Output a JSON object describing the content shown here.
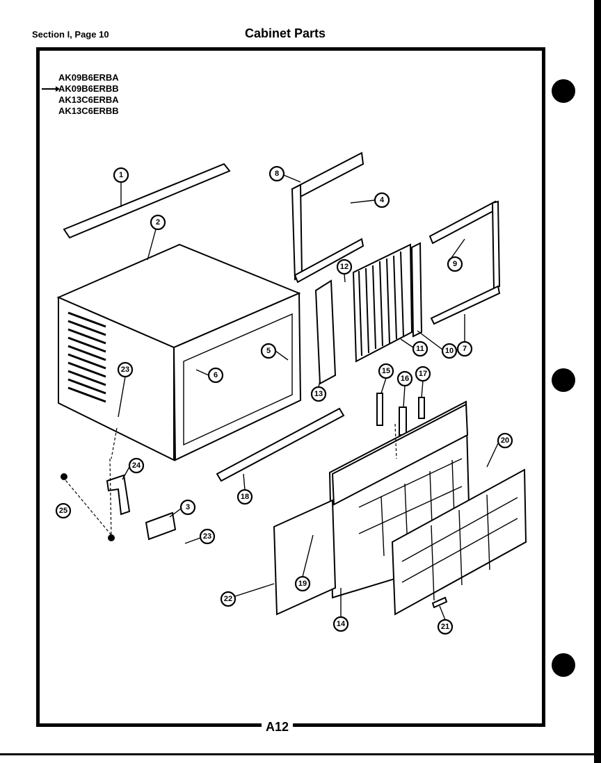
{
  "header": {
    "section": "Section I, Page 10",
    "title": "Cabinet Parts"
  },
  "models": [
    "AK09B6ERBA",
    "AK09B6ERBB",
    "AK13C6ERBA",
    "AK13C6ERBB"
  ],
  "page_code": "A12",
  "callouts": [
    "1",
    "2",
    "3",
    "4",
    "5",
    "6",
    "7",
    "8",
    "9",
    "10",
    "11",
    "12",
    "13",
    "14",
    "15",
    "16",
    "17",
    "18",
    "19",
    "20",
    "21",
    "22",
    "23",
    "24",
    "25"
  ]
}
